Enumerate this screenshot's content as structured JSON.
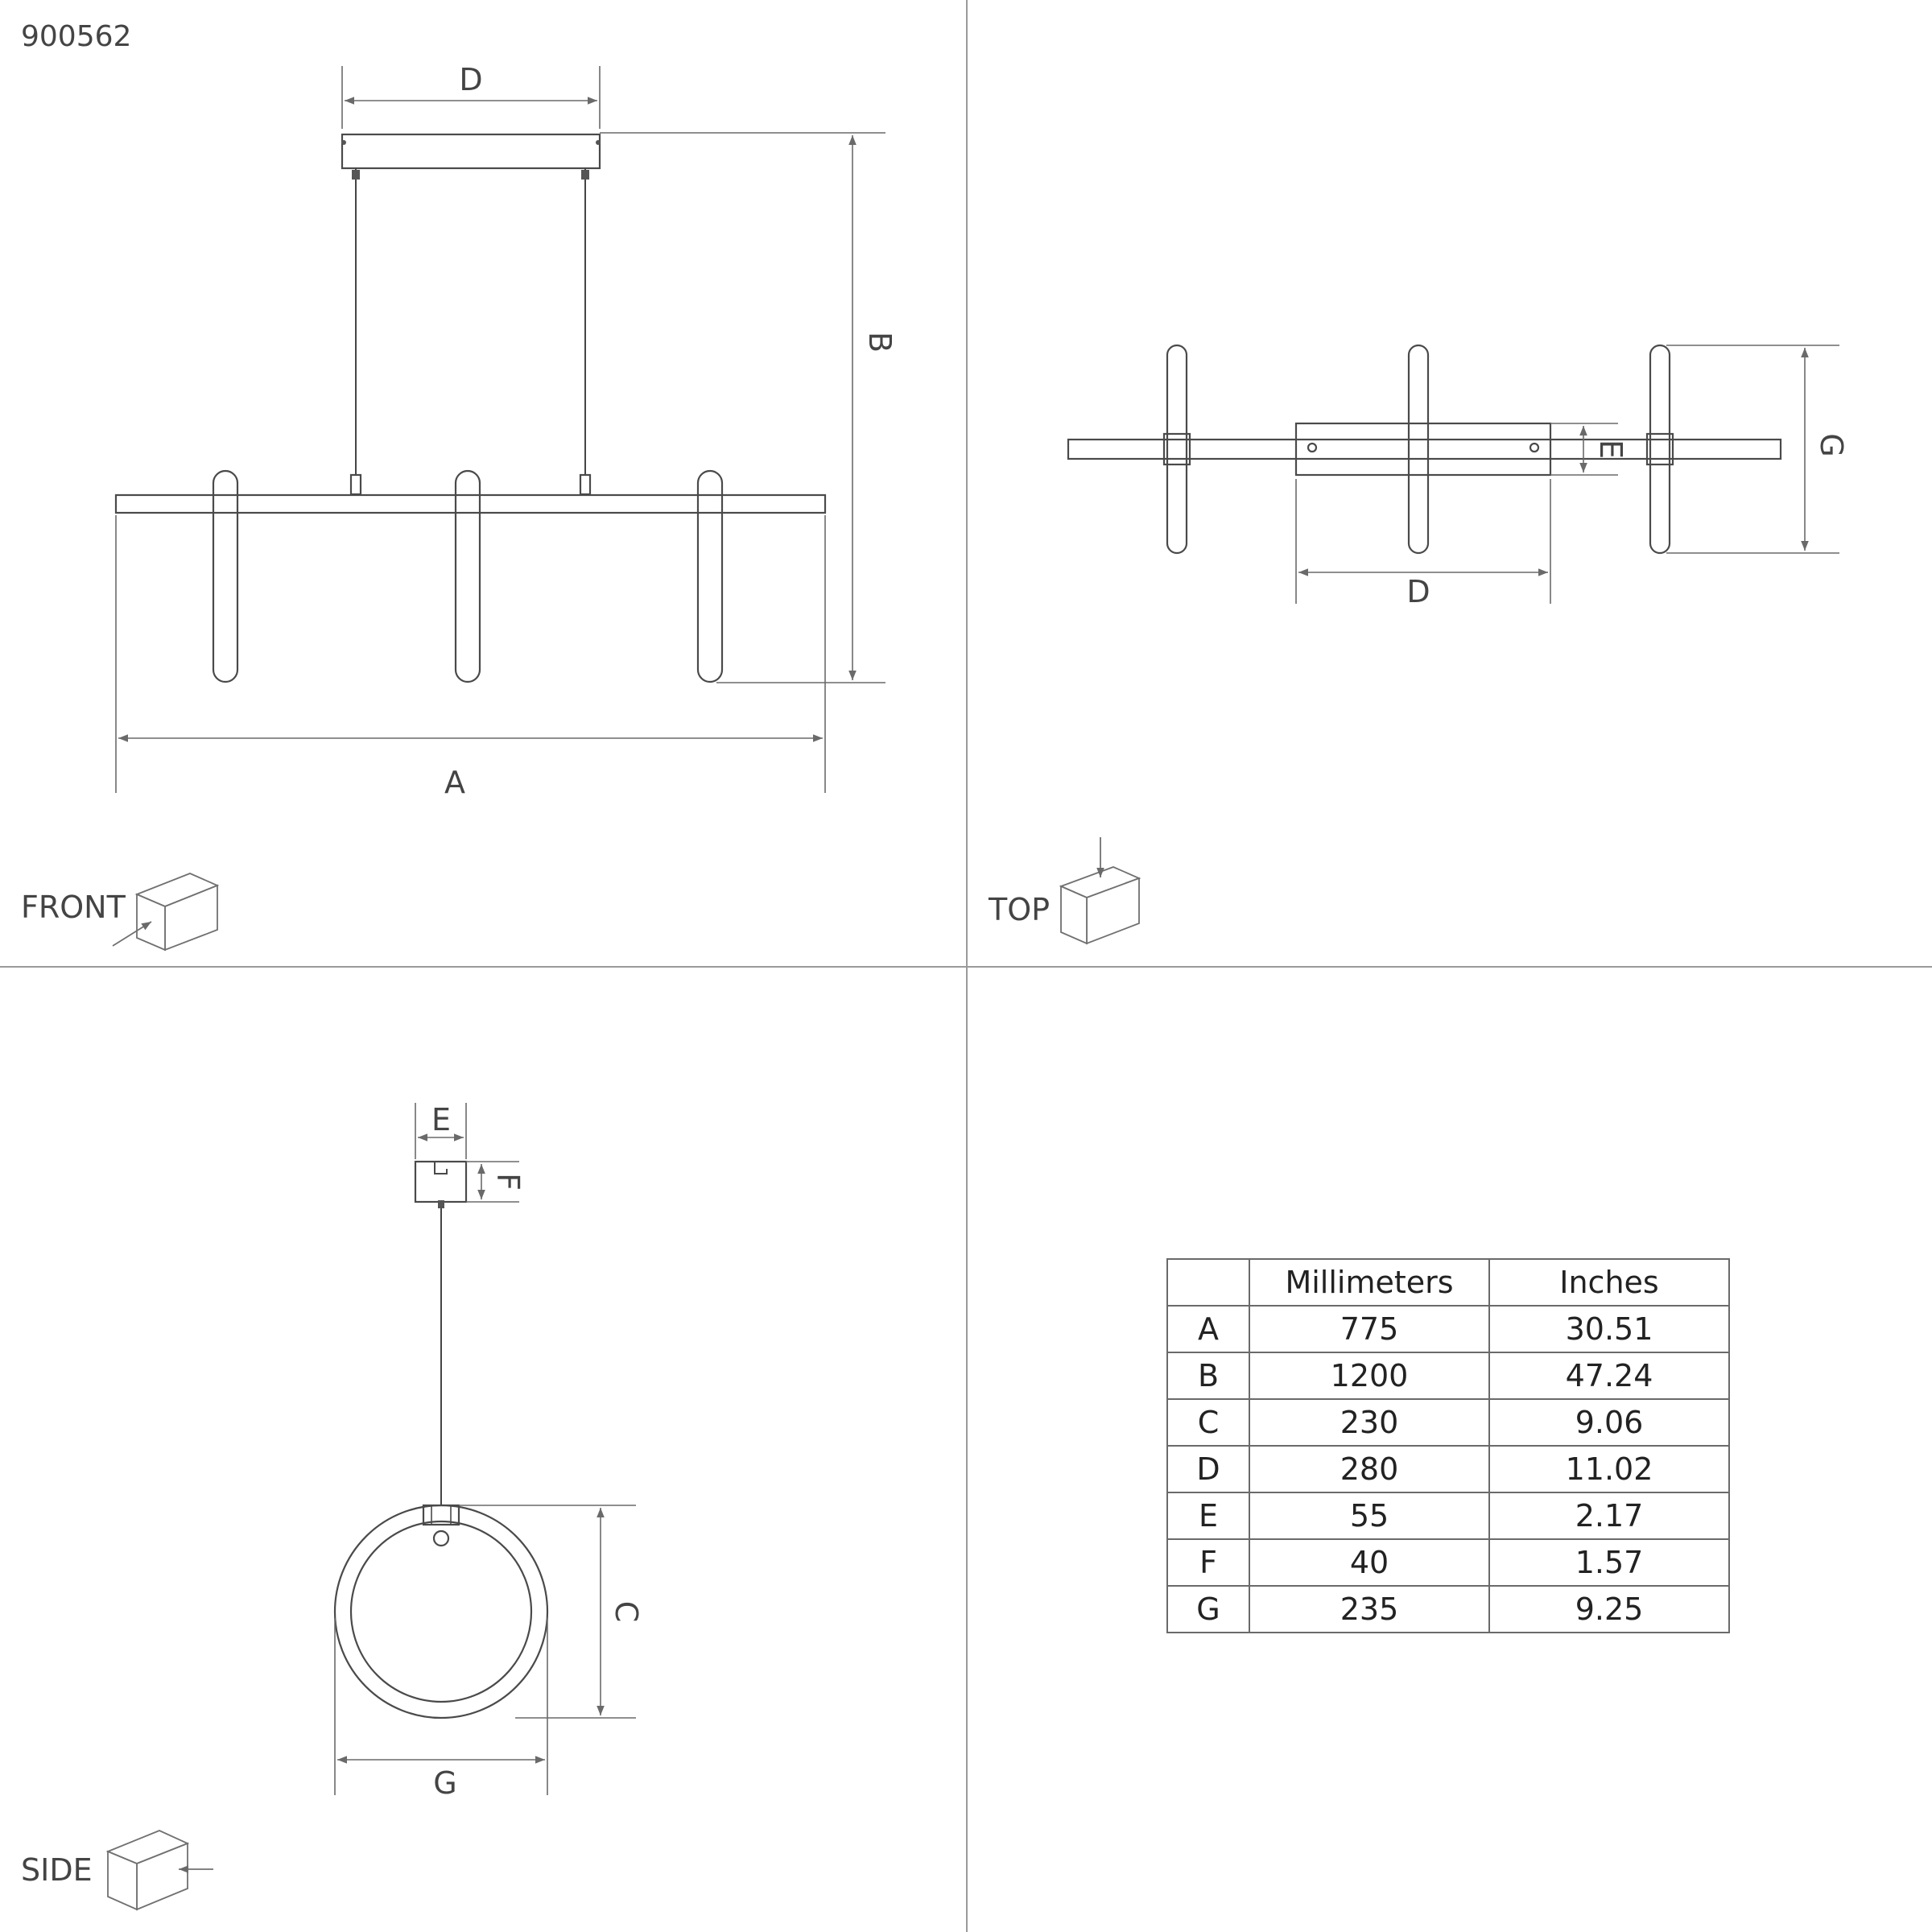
{
  "product_code": "900562",
  "views": {
    "front": "FRONT",
    "top": "TOP",
    "side": "SIDE"
  },
  "dimension_letters": {
    "A": "A",
    "B": "B",
    "C": "C",
    "D": "D",
    "E": "E",
    "F": "F",
    "G": "G"
  },
  "table": {
    "headers": [
      "",
      "Millimeters",
      "Inches"
    ],
    "rows": [
      {
        "key": "A",
        "mm": "775",
        "in": "30.51"
      },
      {
        "key": "B",
        "mm": "1200",
        "in": "47.24"
      },
      {
        "key": "C",
        "mm": "230",
        "in": "9.06"
      },
      {
        "key": "D",
        "mm": "280",
        "in": "11.02"
      },
      {
        "key": "E",
        "mm": "55",
        "in": "2.17"
      },
      {
        "key": "F",
        "mm": "40",
        "in": "1.57"
      },
      {
        "key": "G",
        "mm": "235",
        "in": "9.25"
      }
    ]
  }
}
